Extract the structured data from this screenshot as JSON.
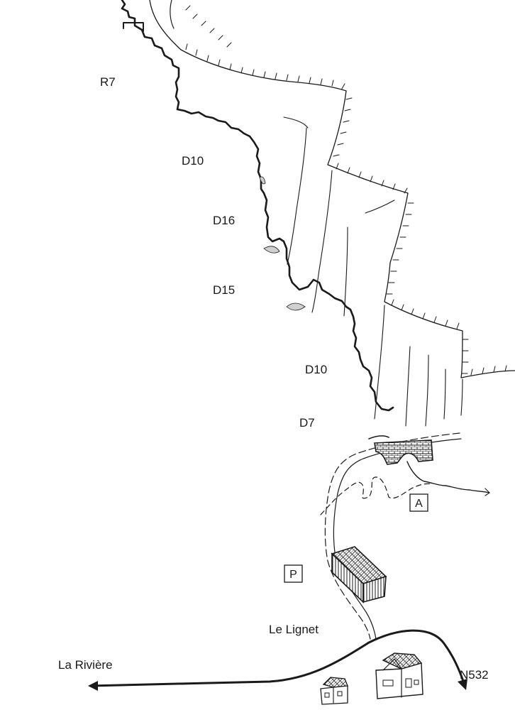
{
  "labels": {
    "r7": "R7",
    "d10_upper": "D10",
    "d16": "D16",
    "d15": "D15",
    "d10_lower": "D10",
    "d7": "D7",
    "le_lignet": "Le Lignet",
    "la_riviere": "La Rivière",
    "n532": "N532",
    "parking": "P",
    "point_a": "A"
  }
}
